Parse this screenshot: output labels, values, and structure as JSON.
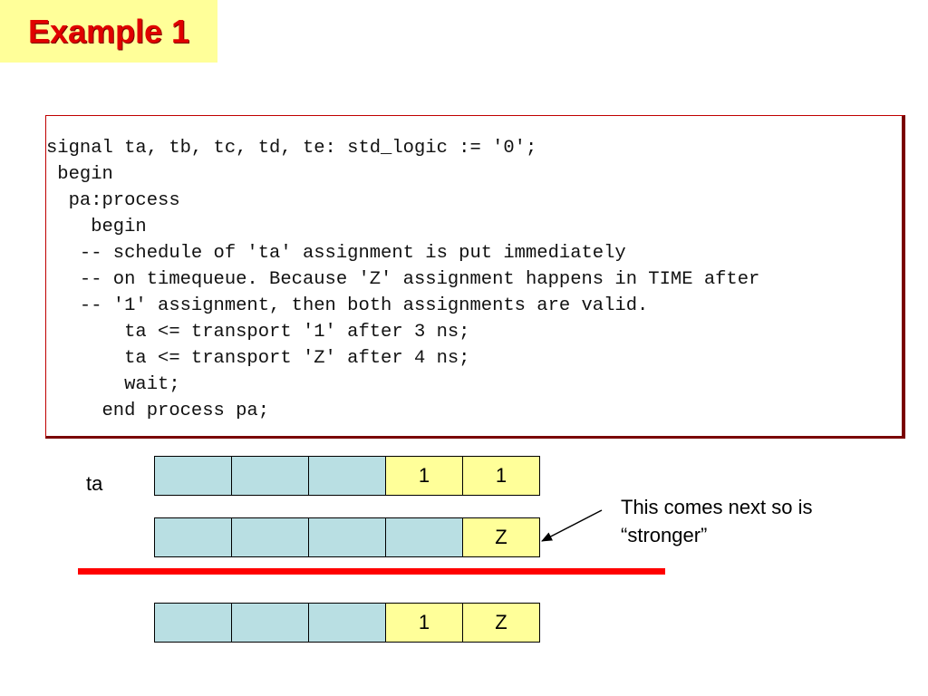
{
  "title": "Example 1",
  "code_lines": [
    "signal ta, tb, tc, td, te: std_logic := '0';",
    " begin",
    "  pa:process",
    "    begin",
    "   -- schedule of 'ta' assignment is put immediately",
    "   -- on timequeue. Because 'Z' assignment happens in TIME after",
    "   -- '1' assignment, then both assignments are valid.",
    "       ta <= transport '1' after 3 ns;",
    "       ta <= transport 'Z' after 4 ns;",
    "       wait;",
    "     end process pa;"
  ],
  "signal_label": "ta",
  "queues": [
    {
      "cells": [
        "",
        "",
        "",
        "1",
        "1"
      ]
    },
    {
      "cells": [
        "",
        "",
        "",
        "",
        "Z"
      ]
    },
    {
      "cells": [
        "",
        "",
        "",
        "1",
        "Z"
      ]
    }
  ],
  "note": {
    "line1": "This comes next so is",
    "line2": "“stronger”"
  },
  "colors": {
    "title_bg": "#ffff99",
    "title_text": "#e00000",
    "empty_cell": "#b9dfe3",
    "filled_cell": "#ffff99",
    "divider": "#ff0000"
  }
}
